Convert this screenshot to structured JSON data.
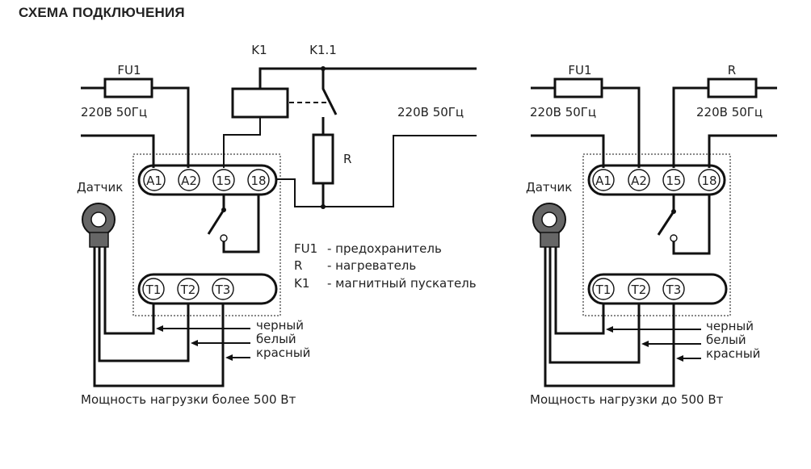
{
  "title": "СХЕМА ПОДКЛЮЧЕНИЯ",
  "left_diagram": {
    "fuse_label": "FU1",
    "contactor_label": "K1",
    "contact_label": "K1.1",
    "supply_left": "220В 50Гц",
    "supply_right": "220В 50Гц",
    "heater_label": "R",
    "sensor_label": "Датчик",
    "terminals_top": [
      "A1",
      "A2",
      "15",
      "18"
    ],
    "terminals_bottom": [
      "T1",
      "T2",
      "T3"
    ],
    "wires": [
      "черный",
      "белый",
      "красный"
    ],
    "caption": "Мощность нагрузки более 500 Вт"
  },
  "legend": [
    {
      "symbol": "FU1",
      "desc": "- предохранитель"
    },
    {
      "symbol": "R",
      "desc": "- нагреватель"
    },
    {
      "symbol": "K1",
      "desc": "- магнитный пускатель"
    }
  ],
  "right_diagram": {
    "fuse_label": "FU1",
    "heater_label": "R",
    "supply_left": "220В 50Гц",
    "supply_right": "220В 50Гц",
    "sensor_label": "Датчик",
    "terminals_top": [
      "A1",
      "A2",
      "15",
      "18"
    ],
    "terminals_bottom": [
      "T1",
      "T2",
      "T3"
    ],
    "wires": [
      "черный",
      "белый",
      "красный"
    ],
    "caption": "Мощность нагрузки до 500 Вт"
  }
}
